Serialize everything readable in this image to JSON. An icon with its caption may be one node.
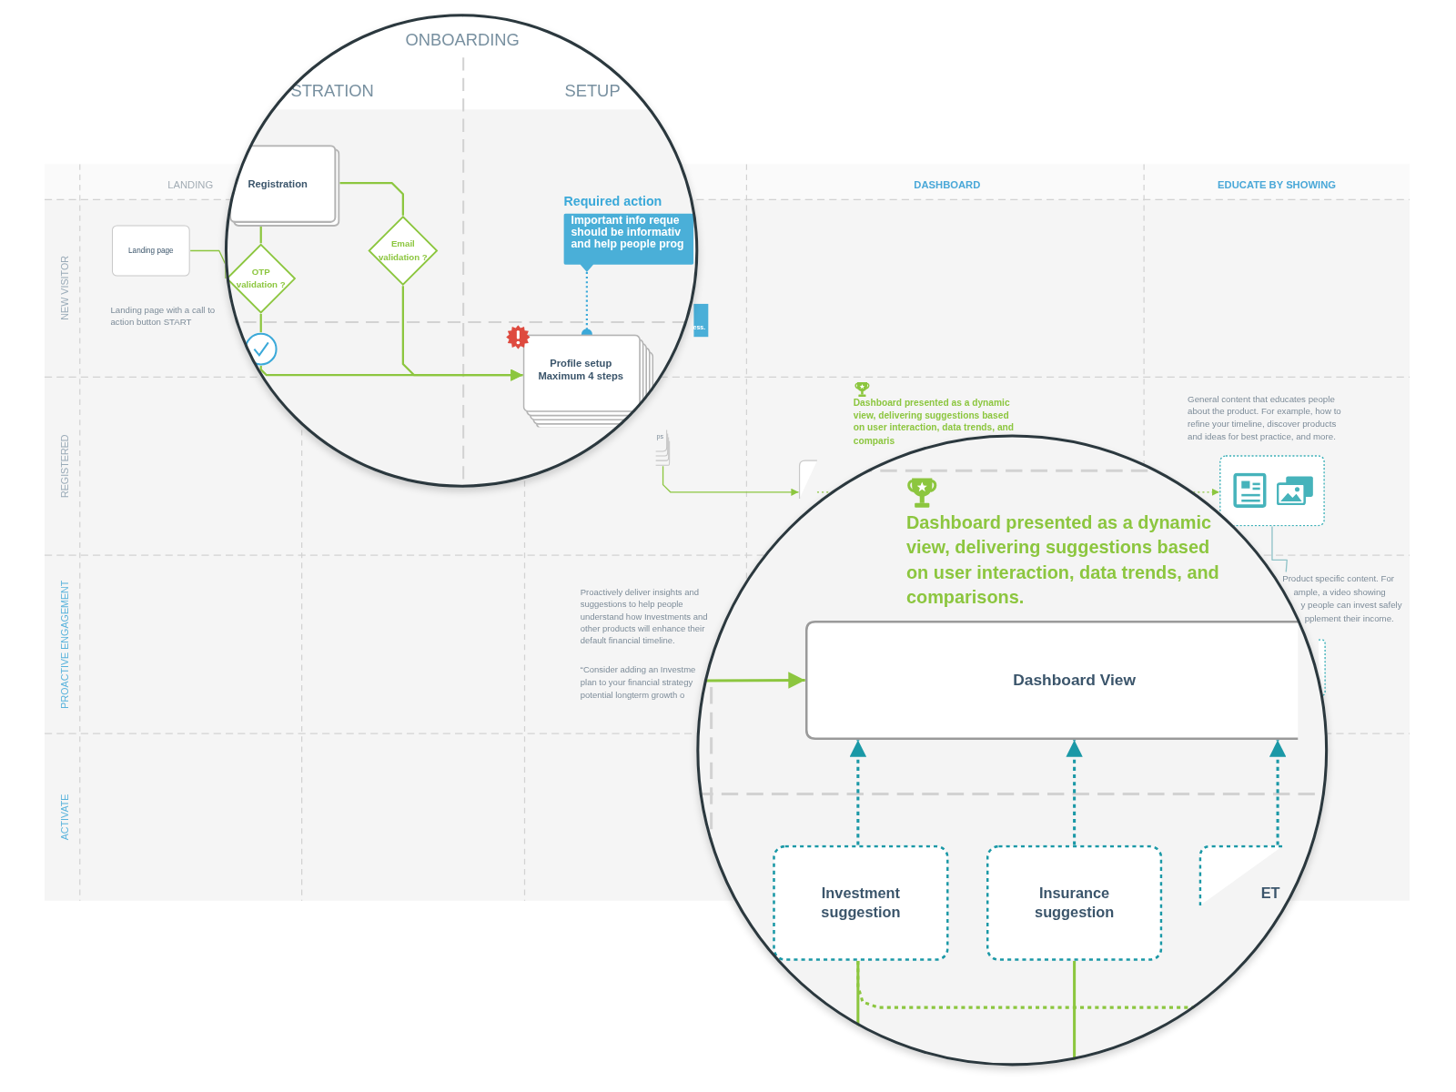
{
  "diagram": {
    "nodes": [
      {
        "text": [
          "Landing page"
        ]
      },
      {
        "text": [
          "Registration"
        ]
      },
      {
        "text": [
          "OTP validation ?"
        ]
      },
      {
        "text": [
          "Email validation ?"
        ]
      },
      {
        "text": [],
        "shape": "circle"
      },
      {
        "text": [
          "Profile setup Maximum 4 steps"
        ]
      },
      {
        "text": [
          "Required action",
          "Important info reque should be informativ and help people prog"
        ]
      },
      {
        "text": [],
        "shape": "box"
      },
      {
        "text": [
          "Dashboard View"
        ]
      },
      {
        "text": [
          "Investment suggestion"
        ]
      },
      {
        "text": [
          "Insurance suggestion"
        ]
      },
      {
        "text": [
          "ET"
        ]
      },
      {
        "text": [],
        "shape": "box"
      },
      {
        "text": [],
        "shape": "box"
      },
      {
        "text": [
          "ps"
        ]
      },
      {
        "text": [
          "ess."
        ]
      },
      {
        "text": [
          "Product specific content. For"
        ]
      }
    ],
    "edges": [
      {
        "from": 0,
        "to": 2,
        "arrow": "none"
      },
      {
        "from": 1,
        "to": 2,
        "arrow": "none"
      },
      {
        "from": 2,
        "to": 4,
        "arrow": "none"
      },
      {
        "from": 4,
        "to": 5,
        "arrow": "to"
      },
      {
        "from": 1,
        "to": 3,
        "arrow": "none"
      },
      {
        "from": 3,
        "to": 5,
        "arrow": "to"
      },
      {
        "from": 6,
        "to": 5,
        "arrow": "other",
        "style": "dashed",
        "color": "#3ba9d9"
      },
      {
        "from": 14,
        "to": 7,
        "arrow": "to"
      },
      {
        "from": 7,
        "to": 12,
        "arrow": "to",
        "style": "dashed"
      },
      {
        "from": null,
        "to": 8,
        "arrow": "to"
      },
      {
        "from": 9,
        "to": 8,
        "arrow": "to",
        "style": "dashed",
        "color": "#1a98a6"
      },
      {
        "from": 10,
        "to": 8,
        "arrow": "to",
        "style": "dashed",
        "color": "#1a98a6"
      },
      {
        "from": 11,
        "to": 8,
        "arrow": "to",
        "style": "dashed",
        "color": "#1a98a6"
      },
      {
        "from": 9,
        "to": null,
        "arrow": "none"
      },
      {
        "from": 10,
        "to": null,
        "arrow": "none"
      },
      {
        "from": 9,
        "to": null,
        "arrow": "none",
        "style": "dashed"
      },
      {
        "from": 12,
        "to": 16,
        "arrow": "none",
        "color": "#8fc3c8"
      }
    ],
    "labels": [
      "LANDING",
      "DASHBOARD",
      "EDUCATE BY SHOWING",
      "NEW VISITOR",
      "REGISTERED",
      "PROACTIVE ENGAGEMENT",
      "ACTIVATE",
      "ONBOARDING",
      "STRATION",
      "SETUP",
      "Dashboard presented as a dynamic view, delivering suggestions based on user interaction, data trends, and comparis",
      "General content that educates people about the product. For example, how to refine your timeline, discover products and ideas for best practice, and more.",
      "Landing page with a call to action button START",
      "Proactively deliver insights and suggestions to help people understand how Investments and other products will enhance their default financial timeline.",
      "“Consider adding an Investme",
      "plan to your financial strategy",
      "potential longterm growth o",
      "ample, a video showing",
      "y people can invest safely",
      "pplement their income.",
      "Dashboard presented as a dynamic view, delivering suggestions based on user interaction, data trends, and comparisons."
    ]
  }
}
